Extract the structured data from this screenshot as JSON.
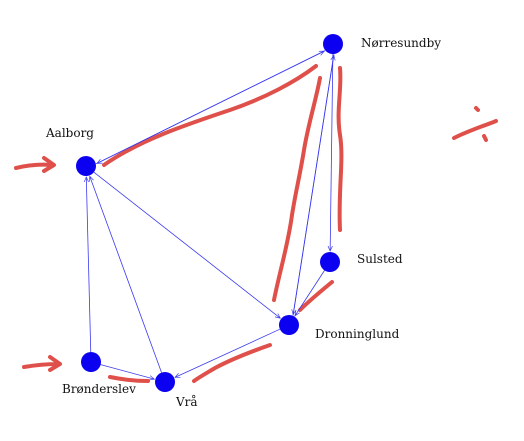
{
  "graph": {
    "node_color": "#0b00f0",
    "edge_color": "#3a3af0",
    "annotation_color": "#e0504a",
    "nodes": [
      {
        "id": "norresundby",
        "label": "Nørresundby"
      },
      {
        "id": "aalborg",
        "label": "Aalborg"
      },
      {
        "id": "sulsted",
        "label": "Sulsted"
      },
      {
        "id": "dronninglund",
        "label": "Dronninglund"
      },
      {
        "id": "bronderslev",
        "label": "Brønderslev"
      },
      {
        "id": "vra",
        "label": "Vrå"
      }
    ],
    "edges": [
      {
        "from": "aalborg",
        "to": "norresundby"
      },
      {
        "from": "norresundby",
        "to": "aalborg"
      },
      {
        "from": "norresundby",
        "to": "sulsted"
      },
      {
        "from": "sulsted",
        "to": "dronninglund"
      },
      {
        "from": "dronninglund",
        "to": "norresundby"
      },
      {
        "from": "norresundby",
        "to": "dronninglund"
      },
      {
        "from": "aalborg",
        "to": "dronninglund"
      },
      {
        "from": "dronninglund",
        "to": "vra"
      },
      {
        "from": "vra",
        "to": "aalborg"
      },
      {
        "from": "bronderslev",
        "to": "aalborg"
      },
      {
        "from": "bronderslev",
        "to": "vra"
      }
    ],
    "highlighted_path": [
      "bronderslev",
      "vra",
      "dronninglund",
      "sulsted",
      "norresundby",
      "dronninglund",
      "norresundby",
      "aalborg"
    ]
  }
}
